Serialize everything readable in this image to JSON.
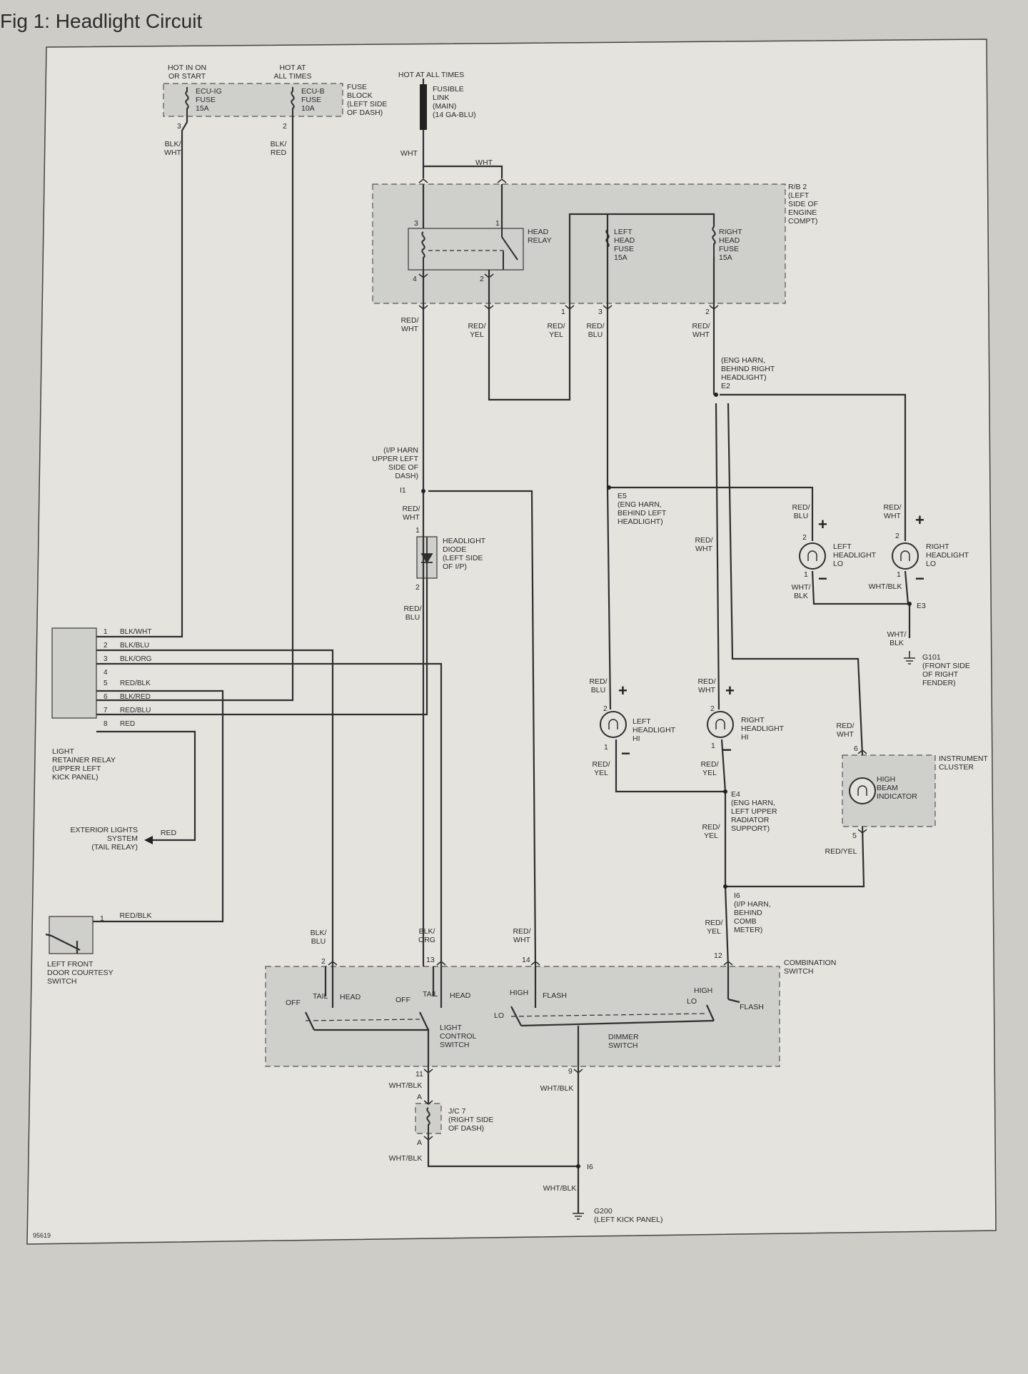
{
  "figure": {
    "title": "Fig 1: Headlight Circuit",
    "code": "95619"
  },
  "colors": {
    "paper": "#e4e3de",
    "background": "#cdccc7",
    "wire": "#2f2f2f",
    "box_fill": "#cfcfcb",
    "text": "#2a2a2a"
  },
  "labels": {
    "hot_ig": "HOT IN ON\nOR START",
    "hot_always_fuse": "HOT AT\nALL TIMES",
    "hot_always_link": "HOT AT ALL TIMES",
    "ecu_ig": "ECU-IG\nFUSE\n15A",
    "ecu_b": "ECU-B\nFUSE\n10A",
    "fuse_block": "FUSE\nBLOCK\n(LEFT SIDE\nOF DASH)",
    "fusible_link": "FUSIBLE\nLINK\n(MAIN)\n(14 GA-BLU)",
    "rb2": "R/B 2\n(LEFT\nSIDE OF\nENGINE\nCOMPT)",
    "head_relay": "HEAD\nRELAY",
    "left_head_fuse": "LEFT\nHEAD\nFUSE\n15A",
    "right_head_fuse": "RIGHT\nHEAD\nFUSE\n15A",
    "e2": "(ENG HARN,\nBEHIND RIGHT\nHEADLIGHT)\nE2",
    "ip_harn_i1": "(I/P HARN\nUPPER LEFT\nSIDE OF\nDASH)",
    "e5": "E5\n(ENG HARN,\nBEHIND LEFT\nHEADLIGHT)",
    "headlight_diode": "HEADLIGHT\nDIODE\n(LEFT SIDE\nOF I/P)",
    "left_lo": "LEFT\nHEADLIGHT\nLO",
    "right_lo": "RIGHT\nHEADLIGHT\nLO",
    "e3": "E3",
    "g101": "G101\n(FRONT SIDE\nOF RIGHT\nFENDER)",
    "left_hi": "LEFT\nHEADLIGHT\nHI",
    "right_hi": "RIGHT\nHEADLIGHT\nHI",
    "instrument_cluster": "INSTRUMENT\nCLUSTER",
    "high_beam": "HIGH\nBEAM\nINDICATOR",
    "e4": "E4\n(ENG HARN,\nLEFT UPPER\nRADIATOR\nSUPPORT)",
    "i6_comb": "I6\n(I/P HARN,\nBEHIND\nCOMB\nMETER)",
    "light_retainer": "LIGHT\nRETAINER RELAY\n(UPPER LEFT\nKICK PANEL)",
    "exterior_lights": "EXTERIOR LIGHTS\nSYSTEM\n(TAIL RELAY)",
    "door_switch": "LEFT FRONT\nDOOR COURTESY\nSWITCH",
    "combination_switch": "COMBINATION\nSWITCH",
    "light_control": "LIGHT\nCONTROL\nSWITCH",
    "dimmer_switch": "DIMMER\nSWITCH",
    "jc7": "J/C 7\n(RIGHT SIDE\nOF DASH)",
    "g200": "G200\n(LEFT KICK PANEL)",
    "i6": "I6",
    "i1": "I1"
  },
  "wires": {
    "blk_wht": "BLK/\nWHT",
    "blk_red": "BLK/\nRED",
    "wht": "WHT",
    "red_wht": "RED/\nWHT",
    "red_yel": "RED/\nYEL",
    "red_blu": "RED/\nBLU",
    "wht_blk": "WHT/\nBLK",
    "wht_blk_flat": "WHT/BLK",
    "red_yel_flat": "RED/YEL",
    "blk_blu": "BLK/\nBLU",
    "blk_org": "BLK/\nORG",
    "red": "RED",
    "red_blk": "RED/BLK"
  },
  "retainer_pins": [
    {
      "pin": "1",
      "wire": "BLK/WHT"
    },
    {
      "pin": "2",
      "wire": "BLK/BLU"
    },
    {
      "pin": "3",
      "wire": "BLK/ORG"
    },
    {
      "pin": "4",
      "wire": ""
    },
    {
      "pin": "5",
      "wire": "RED/BLK"
    },
    {
      "pin": "6",
      "wire": "BLK/RED"
    },
    {
      "pin": "7",
      "wire": "RED/BLU"
    },
    {
      "pin": "8",
      "wire": "RED"
    }
  ],
  "switch_positions": {
    "off": "OFF",
    "tail": "TAIL",
    "head": "HEAD",
    "high": "HIGH",
    "flash": "FLASH",
    "lo": "LO"
  },
  "pins": {
    "p1": "1",
    "p2": "2",
    "p3": "3",
    "p4": "4",
    "p5": "5",
    "p6": "6",
    "p9": "9",
    "p11": "11",
    "p12": "12",
    "p13": "13",
    "p14": "14",
    "pA": "A"
  },
  "annotations": {
    "plus": "+",
    "minus": "−"
  }
}
